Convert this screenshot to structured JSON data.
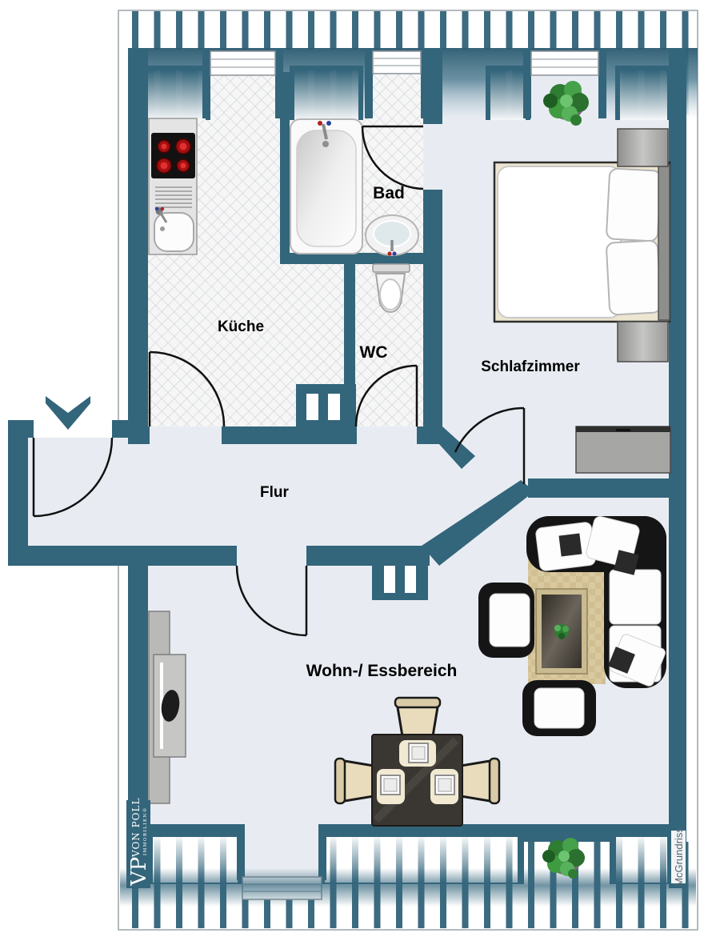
{
  "document": {
    "type": "apartment floor plan (attic)"
  },
  "rooms": {
    "kueche": "Küche",
    "bad": "Bad",
    "wc": "WC",
    "schlafzimmer": "Schlafzimmer",
    "flur": "Flur",
    "wohn_essbereich": "Wohn-/ Essbereich"
  },
  "branding": {
    "vp_initials": "VP",
    "vp_name": "VON POLL",
    "vp_subtitle": "IMMOBILIEN®",
    "watermark": "McGrundriss"
  },
  "colors": {
    "wall": "#33657b",
    "stripe": "#3c6b80",
    "floor": "#e8ecf2",
    "tile_bg": "#f6f6f6",
    "tile_line": "#cdd2d7",
    "sofa_black": "#151515",
    "rug_beige": "#d9c9a0",
    "chair_wood": "#e8dcbd",
    "table_dark": "#3a3733",
    "plant_green": "#3f9b3f",
    "burner_red": "#bb1111",
    "entrance_arrow": "#33657b",
    "watermark_text": "#54676f"
  },
  "icons": [
    "entrance-arrow",
    "stove",
    "kitchen-sink",
    "bathtub",
    "washbasin",
    "toilet",
    "double-bed",
    "nightstand",
    "dresser",
    "plant",
    "corner-sofa",
    "armchair",
    "coffee-table",
    "rug",
    "sideboard",
    "dining-table",
    "dining-chair",
    "window-sill",
    "door-swing",
    "chimney-shaft"
  ]
}
